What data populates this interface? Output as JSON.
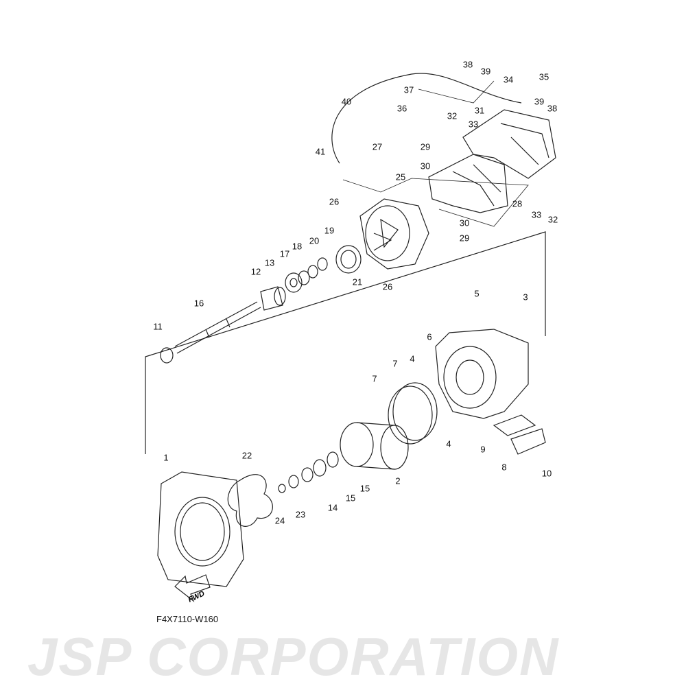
{
  "watermark": "JSP CORPORATION",
  "diagram_code": "F4X7110-W160",
  "fwd_arrow": "FWD",
  "labels": [
    "38",
    "39",
    "34",
    "35",
    "37",
    "40",
    "36",
    "32",
    "31",
    "33",
    "39",
    "38",
    "41",
    "27",
    "29",
    "30",
    "25",
    "26",
    "28",
    "33",
    "32",
    "30",
    "29",
    "19",
    "20",
    "18",
    "17",
    "13",
    "12",
    "21",
    "26",
    "16",
    "5",
    "3",
    "11",
    "6",
    "4",
    "7",
    "7",
    "4",
    "9",
    "8",
    "10",
    "1",
    "22",
    "2",
    "15",
    "15",
    "14",
    "23",
    "24"
  ]
}
